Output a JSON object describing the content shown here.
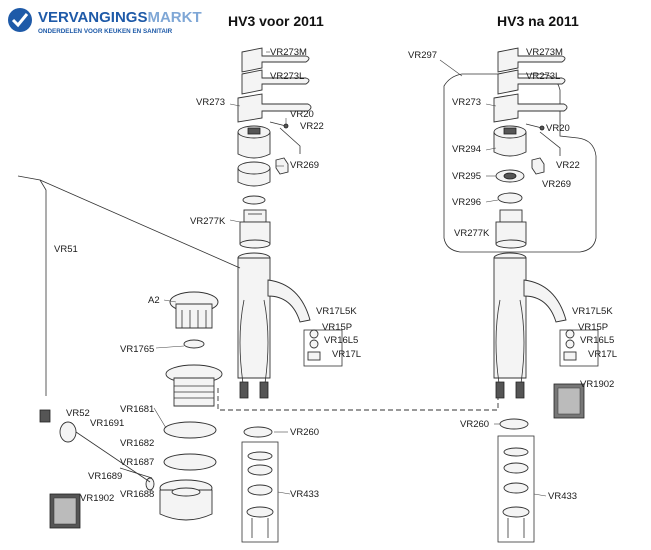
{
  "brand": {
    "name_bold": "VERVANGINGS",
    "name_light": "MARKT",
    "tagline": "ONDERDELEN VOOR KEUKEN EN SANITAIR",
    "color_primary": "#1e5aa8",
    "color_light": "#7fa7d6"
  },
  "titles": {
    "before": "HV3 voor 2011",
    "after": "HV3 na 2011"
  },
  "labels_left": {
    "vr273m": "VR273M",
    "vr273l": "VR273L",
    "vr273": "VR273",
    "vr20": "VR20",
    "vr22": "VR22",
    "vr269": "VR269",
    "vr277k": "VR277K",
    "vr51": "VR51",
    "a2": "A2",
    "vr1765": "VR1765",
    "vr17l5k": "VR17L5K",
    "vr15p": "VR15P",
    "vr16l5": "VR16L5",
    "vr17l": "VR17L",
    "vr52": "VR52",
    "vr1681": "VR1681",
    "vr1691": "VR1691",
    "vr260": "VR260",
    "vr1682": "VR1682",
    "vr1687": "VR1687",
    "vr1689": "VR1689",
    "vr433": "VR433",
    "vr1688": "VR1688",
    "vr1902": "VR1902"
  },
  "labels_right": {
    "vr297": "VR297",
    "vr273m": "VR273M",
    "vr273l": "VR273L",
    "vr273": "VR273",
    "vr20": "VR20",
    "vr294": "VR294",
    "vr22": "VR22",
    "vr295": "VR295",
    "vr269": "VR269",
    "vr296": "VR296",
    "vr277k": "VR277K",
    "vr17l5k": "VR17L5K",
    "vr15p": "VR15P",
    "vr16l5": "VR16L5",
    "vr17l": "VR17L",
    "vr1902": "VR1902",
    "vr260": "VR260",
    "vr433": "VR433"
  }
}
